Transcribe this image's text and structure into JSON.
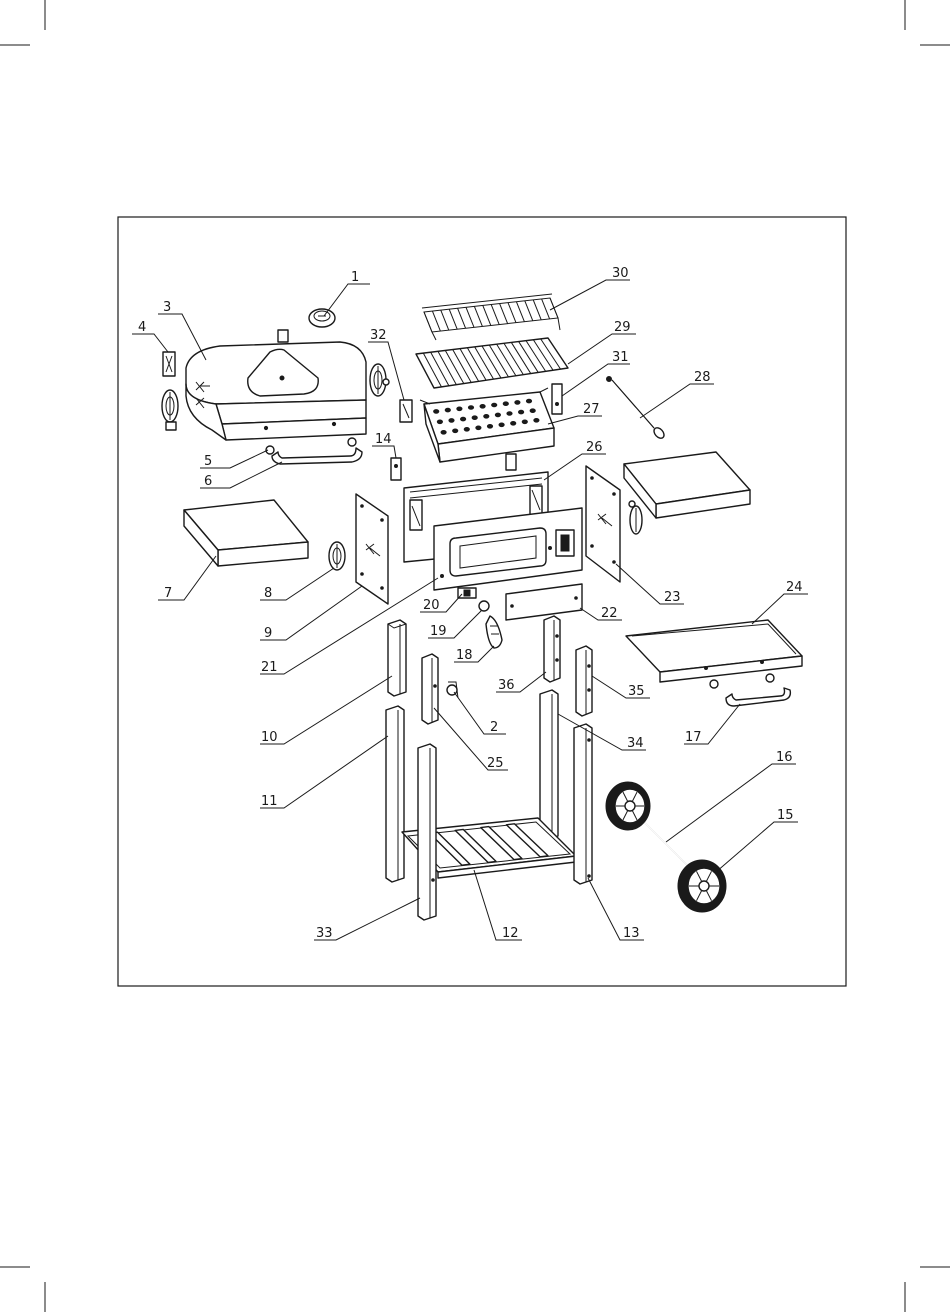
{
  "colors": {
    "ink": "#1a1a1a",
    "paper": "#ffffff",
    "shade": "#d8d8d8"
  },
  "callouts": [
    {
      "id": "c1",
      "label": "1"
    },
    {
      "id": "c2",
      "label": "2"
    },
    {
      "id": "c3",
      "label": "3"
    },
    {
      "id": "c4",
      "label": "4"
    },
    {
      "id": "c5",
      "label": "5"
    },
    {
      "id": "c6",
      "label": "6"
    },
    {
      "id": "c7",
      "label": "7"
    },
    {
      "id": "c8",
      "label": "8"
    },
    {
      "id": "c9",
      "label": "9"
    },
    {
      "id": "c10",
      "label": "10"
    },
    {
      "id": "c11",
      "label": "11"
    },
    {
      "id": "c12",
      "label": "12"
    },
    {
      "id": "c13",
      "label": "13"
    },
    {
      "id": "c14",
      "label": "14"
    },
    {
      "id": "c15",
      "label": "15"
    },
    {
      "id": "c16",
      "label": "16"
    },
    {
      "id": "c17",
      "label": "17"
    },
    {
      "id": "c18",
      "label": "18"
    },
    {
      "id": "c19",
      "label": "19"
    },
    {
      "id": "c20",
      "label": "20"
    },
    {
      "id": "c21",
      "label": "21"
    },
    {
      "id": "c22",
      "label": "22"
    },
    {
      "id": "c23",
      "label": "23"
    },
    {
      "id": "c24",
      "label": "24"
    },
    {
      "id": "c25",
      "label": "25"
    },
    {
      "id": "c26",
      "label": "26"
    },
    {
      "id": "c27",
      "label": "27"
    },
    {
      "id": "c28",
      "label": "28"
    },
    {
      "id": "c29",
      "label": "29"
    },
    {
      "id": "c30",
      "label": "30"
    },
    {
      "id": "c31",
      "label": "31"
    },
    {
      "id": "c32",
      "label": "32"
    },
    {
      "id": "c33",
      "label": "33"
    },
    {
      "id": "c34",
      "label": "34"
    },
    {
      "id": "c35",
      "label": "35"
    },
    {
      "id": "c36",
      "label": "36"
    }
  ]
}
